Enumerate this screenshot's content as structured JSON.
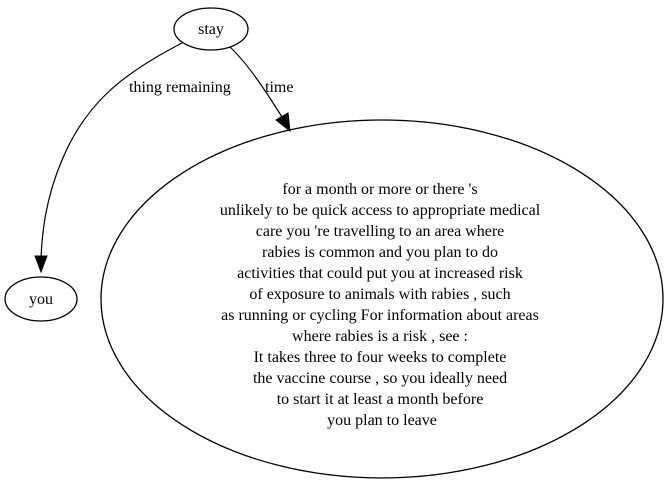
{
  "nodes": {
    "stay": {
      "label": "stay"
    },
    "you": {
      "label": "you"
    },
    "info": {
      "lines": [
        "for a month or more or there 's",
        "unlikely to be quick access to appropriate medical",
        "care you 're travelling to an area where",
        "rabies is common and you plan to do",
        "activities that could put you at increased risk",
        "of exposure to animals with rabies , such",
        "as running or cycling For information about areas",
        "where rabies is a risk , see :",
        "It takes three to four weeks to complete",
        "the vaccine course , so you ideally need",
        "to start it at least a month before",
        "you plan to leave"
      ]
    }
  },
  "edges": {
    "stay_to_you": {
      "label": "thing remaining"
    },
    "stay_to_info": {
      "label": "time"
    }
  }
}
